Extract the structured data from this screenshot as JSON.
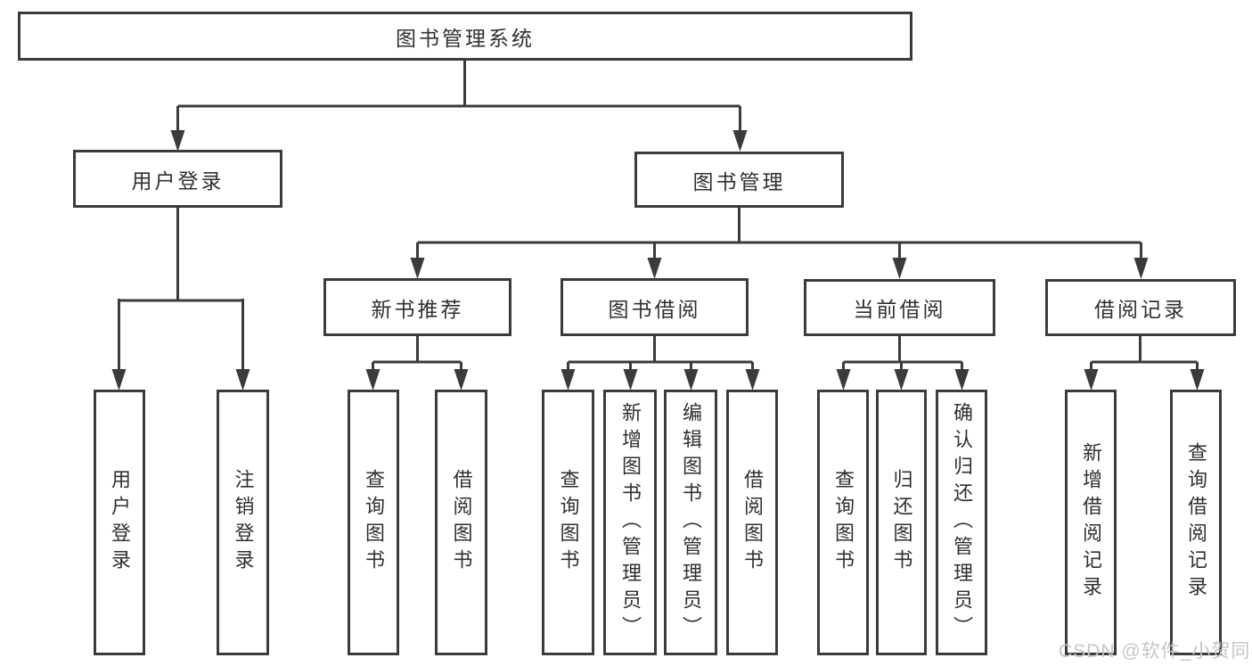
{
  "diagram": {
    "root": "图书管理系统",
    "level2": {
      "user_login": "用户登录",
      "book_mgmt": "图书管理"
    },
    "level3": {
      "new_books": "新书推荐",
      "borrow": "图书借阅",
      "current": "当前借阅",
      "records": "借阅记录"
    },
    "leaves": {
      "user_login": [
        "用户登录",
        "注销登录"
      ],
      "new_books": [
        "查询图书",
        "借阅图书"
      ],
      "borrow": [
        "查询图书",
        "新增图书（管理员）",
        "编辑图书（管理员）",
        "借阅图书"
      ],
      "current": [
        "查询图书",
        "归还图书",
        "确认归还（管理员）"
      ],
      "records": [
        "新增借阅记录",
        "查询借阅记录"
      ]
    },
    "watermark": "CSDN @软件_小贺同学",
    "colors": {
      "line": "#3b3b3b",
      "text": "#303030",
      "watermark": "#c6c6c6",
      "background": "#ffffff"
    }
  }
}
